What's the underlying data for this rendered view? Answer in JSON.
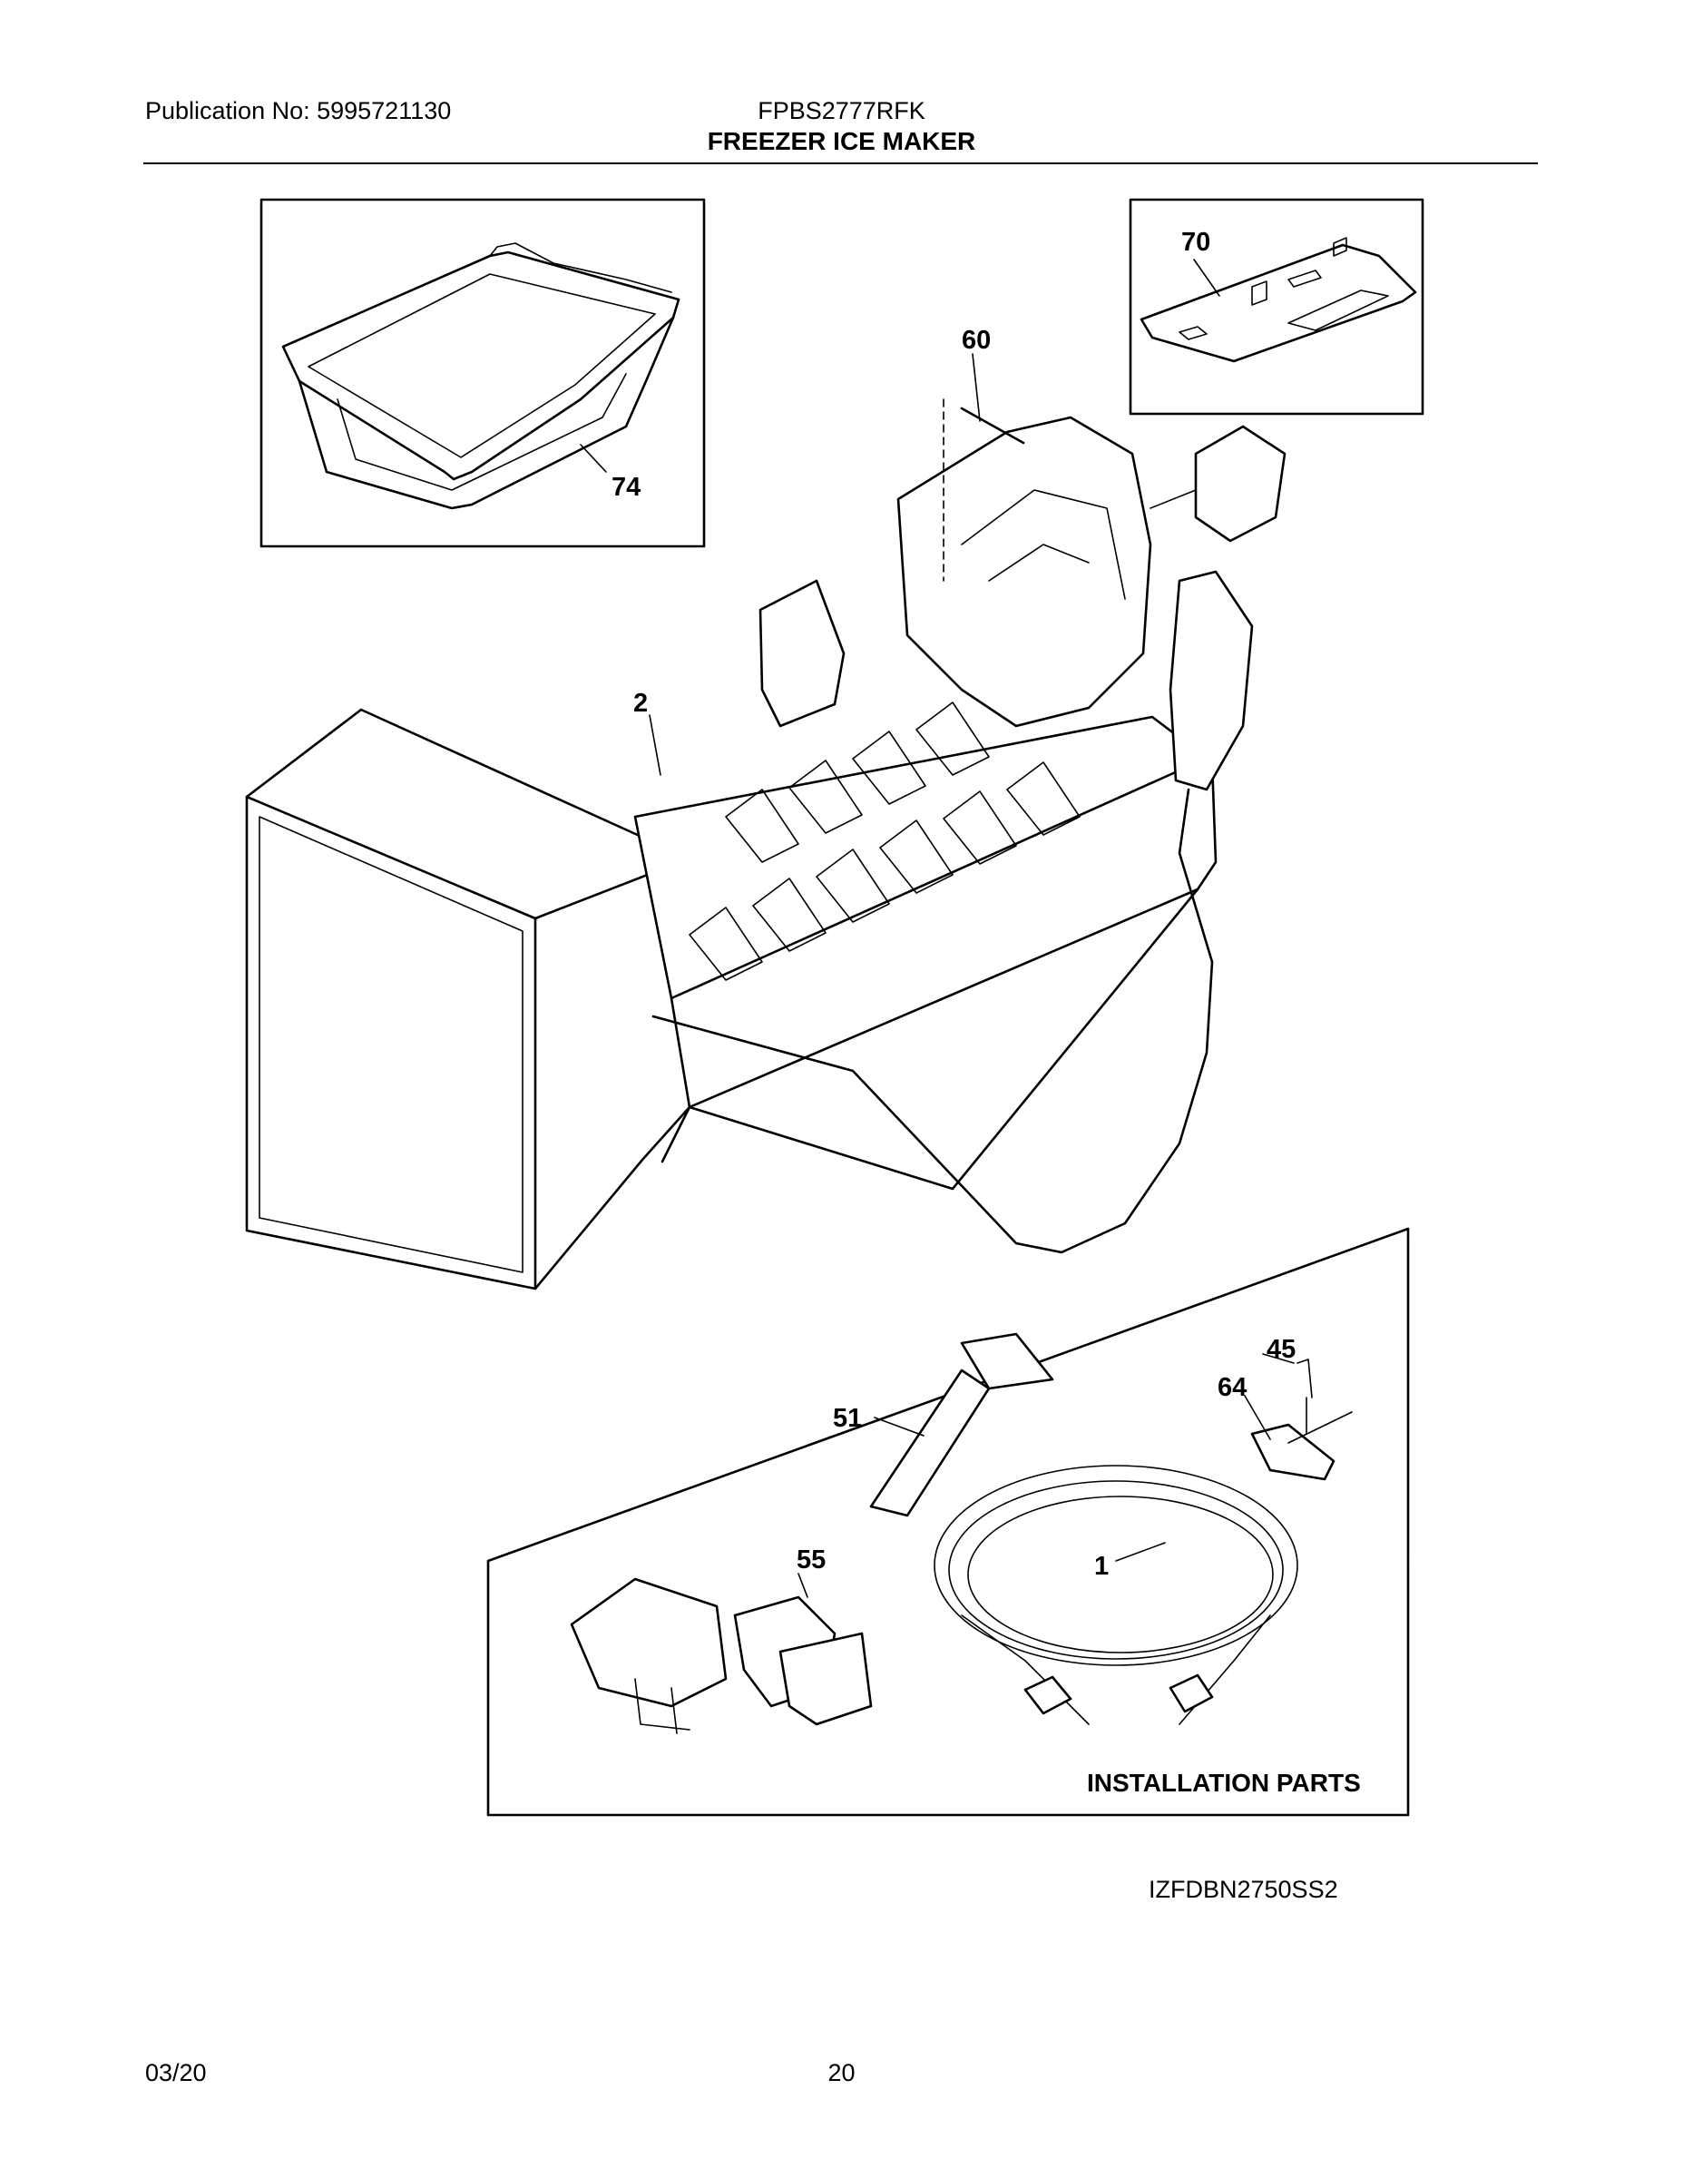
{
  "header": {
    "publication": "Publication No: 5995721130",
    "model": "FPBS2777RFK",
    "title": "FREEZER ICE MAKER"
  },
  "callouts": {
    "c1": "1",
    "c2": "2",
    "c45": "45",
    "c51": "51",
    "c55": "55",
    "c60": "60",
    "c64": "64",
    "c70": "70",
    "c74": "74"
  },
  "installation_label": "INSTALLATION PARTS",
  "footer": {
    "diagram_code": "IZFDBN2750SS2",
    "date": "03/20",
    "page": "20"
  }
}
